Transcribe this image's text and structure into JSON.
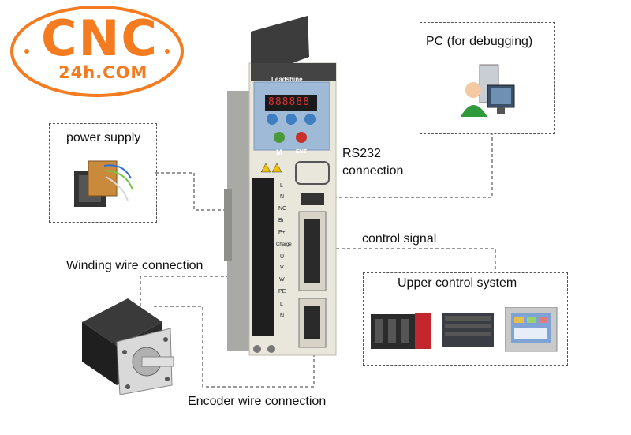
{
  "logo": {
    "main": "CNC",
    "sub": "24h.COM",
    "color": "#f47b20"
  },
  "drive": {
    "brand": "Leadshine",
    "display": "888888",
    "button_m": "M",
    "button_ent": "ENT",
    "terminals_top": [
      "L",
      "N",
      "NC",
      "Br",
      "P+"
    ],
    "charge": "Charge",
    "terminals_motor": [
      "U",
      "V",
      "W",
      "PE"
    ],
    "terminals_bottom": [
      "L",
      "N"
    ]
  },
  "labels": {
    "pc": "PC (for debugging)",
    "power_supply": "power supply",
    "rs232_line1": "RS232",
    "rs232_line2": "connection",
    "control_signal": "control signal",
    "winding": "Winding wire connection",
    "upper_control": "Upper control system",
    "encoder": "Encoder wire connection"
  },
  "colors": {
    "accent": "#f47b20",
    "drive_body": "#e9e6dc",
    "panel": "#9fbad6",
    "dashed": "#555555"
  }
}
